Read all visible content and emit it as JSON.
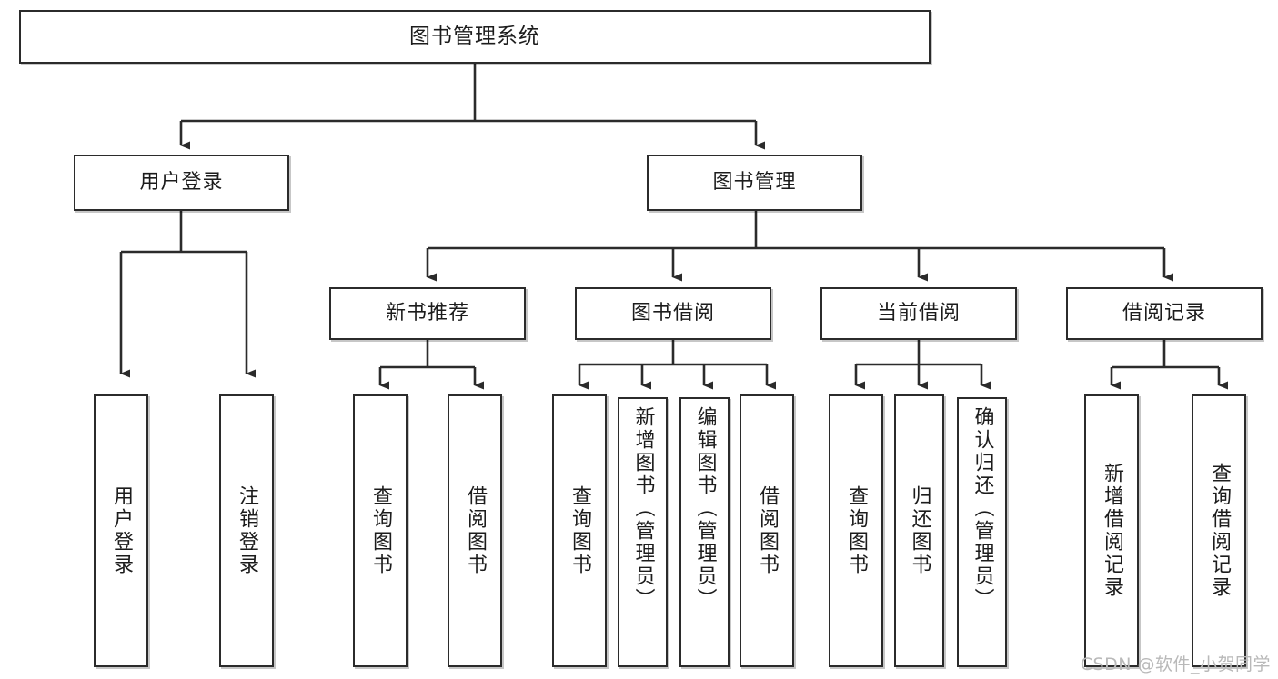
{
  "diagram": {
    "title": "图书管理系统",
    "type": "tree-hierarchy-diagram",
    "style": {
      "background": "#ffffff",
      "box_fill": "#ffffff",
      "box_stroke": "#2b2b2b",
      "edge_stroke": "#2b2b2b",
      "text_color": "#1c1c1c",
      "watermark_color": "#b9b9b9"
    },
    "root": {
      "id": "root",
      "label": "图书管理系统"
    },
    "level2": [
      {
        "id": "user-login",
        "label": "用户登录"
      },
      {
        "id": "book-manage",
        "label": "图书管理"
      }
    ],
    "level3": [
      {
        "id": "new-book-rec",
        "label": "新书推荐",
        "parent": "book-manage"
      },
      {
        "id": "book-borrow",
        "label": "图书借阅",
        "parent": "book-manage"
      },
      {
        "id": "current-borrow",
        "label": "当前借阅",
        "parent": "book-manage"
      },
      {
        "id": "borrow-record",
        "label": "借阅记录",
        "parent": "book-manage"
      }
    ],
    "leaves": [
      {
        "id": "leaf-user-login",
        "label": "用户登录",
        "parent": "user-login"
      },
      {
        "id": "leaf-user-logout",
        "label": "注销登录",
        "parent": "user-login"
      },
      {
        "id": "leaf-query-book-1",
        "label": "查询图书",
        "parent": "new-book-rec"
      },
      {
        "id": "leaf-borrow-book-1",
        "label": "借阅图书",
        "parent": "new-book-rec"
      },
      {
        "id": "leaf-query-book-2",
        "label": "查询图书",
        "parent": "book-borrow"
      },
      {
        "id": "leaf-add-book",
        "label": "新增图书（管理员）",
        "parent": "book-borrow"
      },
      {
        "id": "leaf-edit-book",
        "label": "编辑图书（管理员）",
        "parent": "book-borrow"
      },
      {
        "id": "leaf-borrow-book-2",
        "label": "借阅图书",
        "parent": "book-borrow"
      },
      {
        "id": "leaf-query-book-3",
        "label": "查询图书",
        "parent": "current-borrow"
      },
      {
        "id": "leaf-return-book",
        "label": "归还图书",
        "parent": "current-borrow"
      },
      {
        "id": "leaf-confirm-return",
        "label": "确认归还（管理员）",
        "parent": "current-borrow"
      },
      {
        "id": "leaf-add-record",
        "label": "新增借阅记录",
        "parent": "borrow-record"
      },
      {
        "id": "leaf-query-record",
        "label": "查询借阅记录",
        "parent": "borrow-record"
      }
    ],
    "watermark": "CSDN @软件_小贺同学"
  }
}
